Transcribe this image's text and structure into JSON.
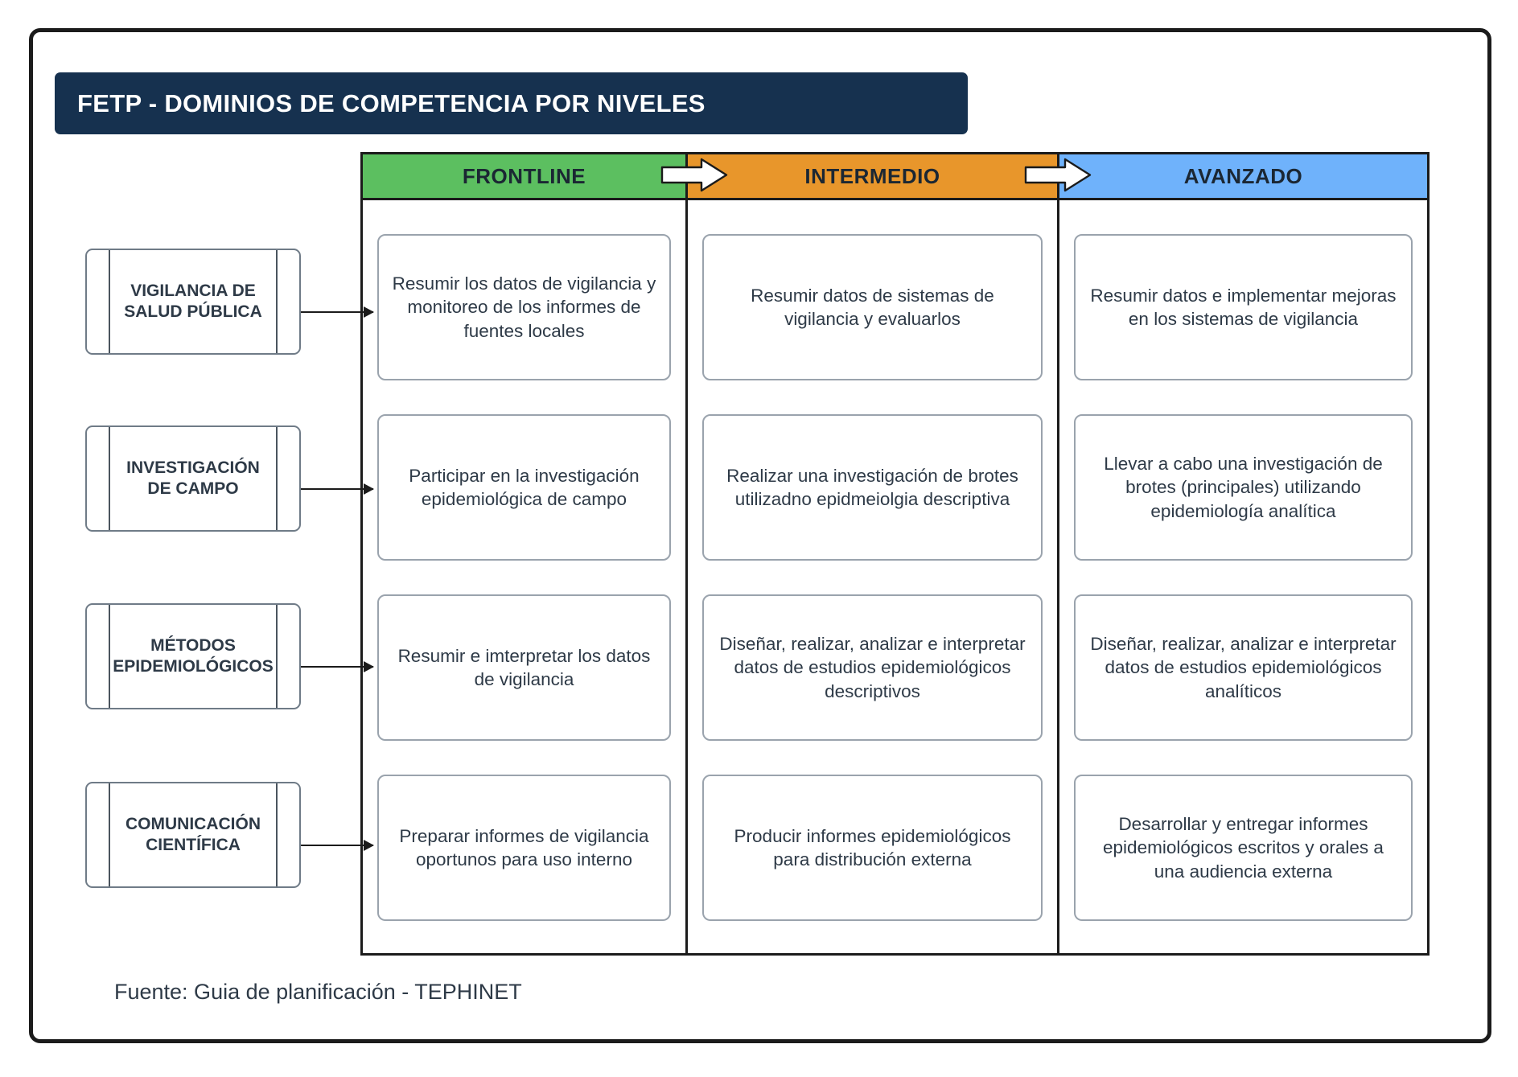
{
  "title": "FETP - DOMINIOS DE COMPETENCIA POR NIVELES",
  "footer": "Fuente: Guia de planificación - TEPHINET",
  "colors": {
    "banner": "#16314f",
    "frontline": "#5cbf60",
    "intermedio": "#e8962b",
    "avanzado": "#6fb2fb",
    "frame": "#1b1b1b",
    "cell_border": "#9aa3ad",
    "text": "#2e3a47"
  },
  "levels": [
    {
      "label": "FRONTLINE",
      "color": "#5cbf60"
    },
    {
      "label": "INTERMEDIO",
      "color": "#e8962b"
    },
    {
      "label": "AVANZADO",
      "color": "#6fb2fb"
    }
  ],
  "flow_arrows": [
    {
      "name": "arrow-frontline-to-intermedio"
    },
    {
      "name": "arrow-intermedio-to-avanzado"
    }
  ],
  "domains": [
    {
      "label": "VIGILANCIA DE\nSALUD PÚBLICA"
    },
    {
      "label": "INVESTIGACIÓN\nDE CAMPO"
    },
    {
      "label": "MÉTODOS\nEPIDEMIOLÓGICOS"
    },
    {
      "label": "COMUNICACIÓN\nCIENTÍFICA"
    }
  ],
  "matrix": {
    "frontline": [
      "Resumir los datos de vigilancia y monitoreo de los informes de fuentes locales",
      "Participar en la investigación epidemiológica de campo",
      "Resumir e imterpretar los datos de vigilancia",
      "Preparar informes de vigilancia oportunos para uso interno"
    ],
    "intermedio": [
      "Resumir datos de sistemas de vigilancia y evaluarlos",
      "Realizar una investigación de brotes utilizadno epidmeiolgia descriptiva",
      "Diseñar, realizar, analizar e interpretar datos de estudios epidemiológicos descriptivos",
      "Producir informes epidemiológicos para distribución externa"
    ],
    "avanzado": [
      "Resumir datos e implementar mejoras en los sistemas de vigilancia",
      "Llevar a cabo una investigación de brotes (principales) utilizando epidemiología analítica",
      "Diseñar, realizar, analizar e interpretar datos de estudios epidemiológicos analíticos",
      "Desarrollar y entregar informes epidemiológicos escritos y orales a una audiencia externa"
    ]
  }
}
